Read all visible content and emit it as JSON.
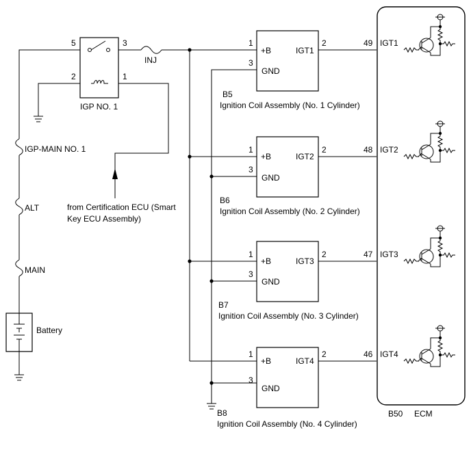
{
  "relay": {
    "name": "IGP NO. 1",
    "pins": {
      "p5": "5",
      "p3": "3",
      "p2": "2",
      "p1": "1"
    }
  },
  "fuses": {
    "inj": "INJ",
    "igp_main": "IGP-MAIN NO. 1",
    "alt": "ALT",
    "main": "MAIN"
  },
  "battery": {
    "label": "Battery"
  },
  "cert_ecu": {
    "line1": "from Certification ECU (Smart",
    "line2": "Key ECU Assembly)"
  },
  "coils": [
    {
      "code": "B5",
      "desc": "Ignition Coil Assembly (No. 1 Cylinder)",
      "plus_label": "+B",
      "gnd_label": "GND",
      "igt_label": "IGT1",
      "pin_plus": "1",
      "pin_gnd": "3",
      "pin_igt": "2",
      "ecu_pin": "49",
      "ecu_signal": "IGT1"
    },
    {
      "code": "B6",
      "desc": "Ignition Coil Assembly (No. 2 Cylinder)",
      "plus_label": "+B",
      "gnd_label": "GND",
      "igt_label": "IGT2",
      "pin_plus": "1",
      "pin_gnd": "3",
      "pin_igt": "2",
      "ecu_pin": "48",
      "ecu_signal": "IGT2"
    },
    {
      "code": "B7",
      "desc": "Ignition Coil Assembly (No. 3 Cylinder)",
      "plus_label": "+B",
      "gnd_label": "GND",
      "igt_label": "IGT3",
      "pin_plus": "1",
      "pin_gnd": "3",
      "pin_igt": "2",
      "ecu_pin": "47",
      "ecu_signal": "IGT3"
    },
    {
      "code": "B8",
      "desc": "Ignition Coil Assembly (No. 4 Cylinder)",
      "plus_label": "+B",
      "gnd_label": "GND",
      "igt_label": "IGT4",
      "pin_plus": "1",
      "pin_gnd": "3",
      "pin_igt": "2",
      "ecu_pin": "46",
      "ecu_signal": "IGT4"
    }
  ],
  "ecm": {
    "code": "B50",
    "name": "ECM"
  }
}
